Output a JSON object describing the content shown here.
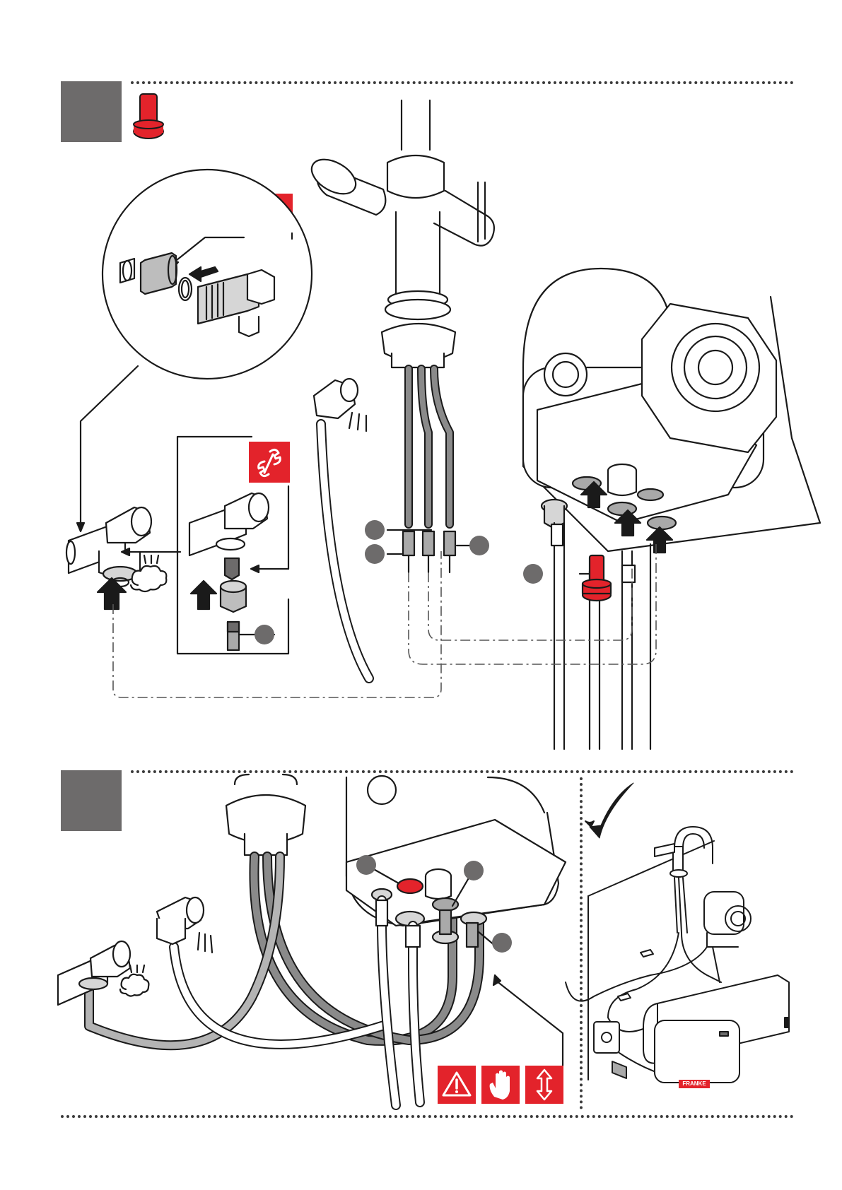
{
  "colors": {
    "step_box": "#6d6b6b",
    "accent_red": "#e3232b",
    "line": "#1a1a1a",
    "hose_grey": "#a9a9a9",
    "callout_grey": "#6d6b6b"
  },
  "steps": [
    {
      "id": 1,
      "icons": [
        "red-plug-icon",
        "wrench-icon",
        "wrench-icon"
      ],
      "parts": [
        "faucet",
        "boiler-unit",
        "angle-valve",
        "flexible-hoses",
        "red-plug"
      ]
    },
    {
      "id": 2,
      "icons": [
        "warning-triangle-icon",
        "hot-surface-hand-icon",
        "move-arrows-icon",
        "check-mark-icon"
      ],
      "parts": [
        "faucet-base",
        "boiler-unit",
        "angle-valves",
        "hoses",
        "installed-overview"
      ]
    }
  ],
  "brand_label": "FRANKE"
}
